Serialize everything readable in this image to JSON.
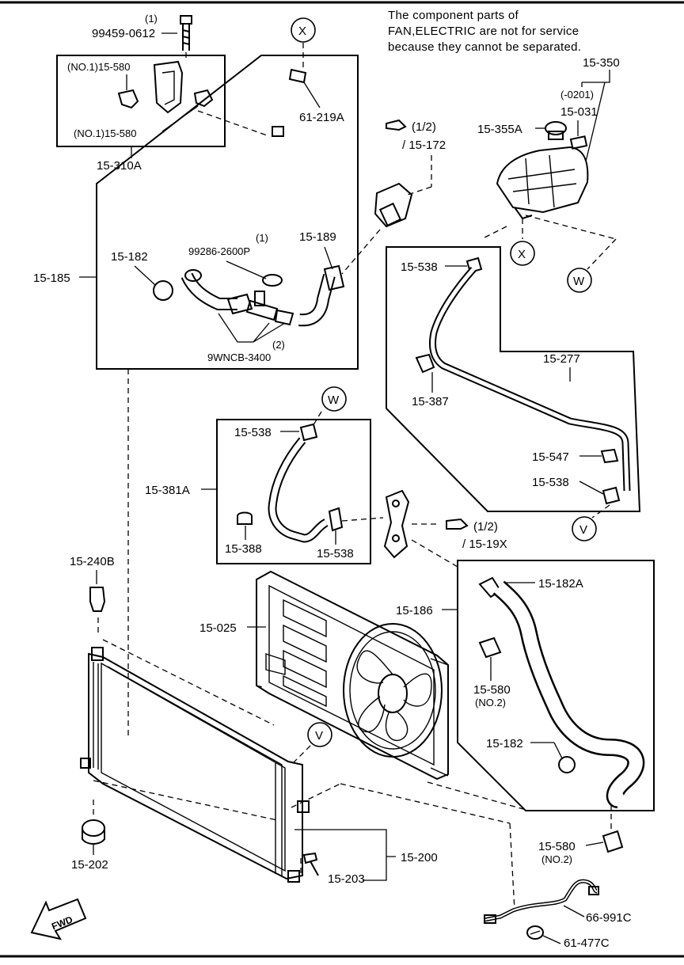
{
  "note": {
    "line1": "The component parts of",
    "line2": "FAN,ELECTRIC are not for service",
    "line3": "because they cannot be separated."
  },
  "callouts": {
    "x": "X",
    "w": "W",
    "v": "V"
  },
  "labels": {
    "p99459_qty": "(1)",
    "p99459": "99459-0612",
    "p15580_no1_a": "(NO.1)15-580",
    "p15580_no1_b": "(NO.1)15-580",
    "p15310a": "15-310A",
    "p61219a": "61-219A",
    "p15172_frac": "(1/2)",
    "p15172": "/ 15-172",
    "p15350": "15-350",
    "p15031_date": "(-0201)",
    "p15031": "15-031",
    "p15355a": "15-355A",
    "p15185": "15-185",
    "p15182_top": "15-182",
    "p99286_qty": "(1)",
    "p99286": "99286-2600P",
    "p15189": "15-189",
    "p9wncb_qty": "(2)",
    "p9wncb": "9WNCB-3400",
    "p15538_a": "15-538",
    "p15387": "15-387",
    "p15277": "15-277",
    "p15547": "15-547",
    "p15538_b": "15-538",
    "p15538_c": "15-538",
    "p15381a": "15-381A",
    "p15388": "15-388",
    "p15538_d": "15-538",
    "p1519x_frac": "(1/2)",
    "p1519x": "/ 15-19X",
    "p15240b": "15-240B",
    "p15025": "15-025",
    "p15186": "15-186",
    "p15182a": "15-182A",
    "p15580_no2": "15-580",
    "p15580_no2_tag": "(NO.2)",
    "p15182_bottom": "15-182",
    "p15202": "15-202",
    "p15200": "15-200",
    "p15203": "15-203",
    "p15580_no2_b": "15-580",
    "p15580_no2_b_tag": "(NO.2)",
    "p66991c": "66-991C",
    "p61477c": "61-477C",
    "fwd": "FWD"
  }
}
